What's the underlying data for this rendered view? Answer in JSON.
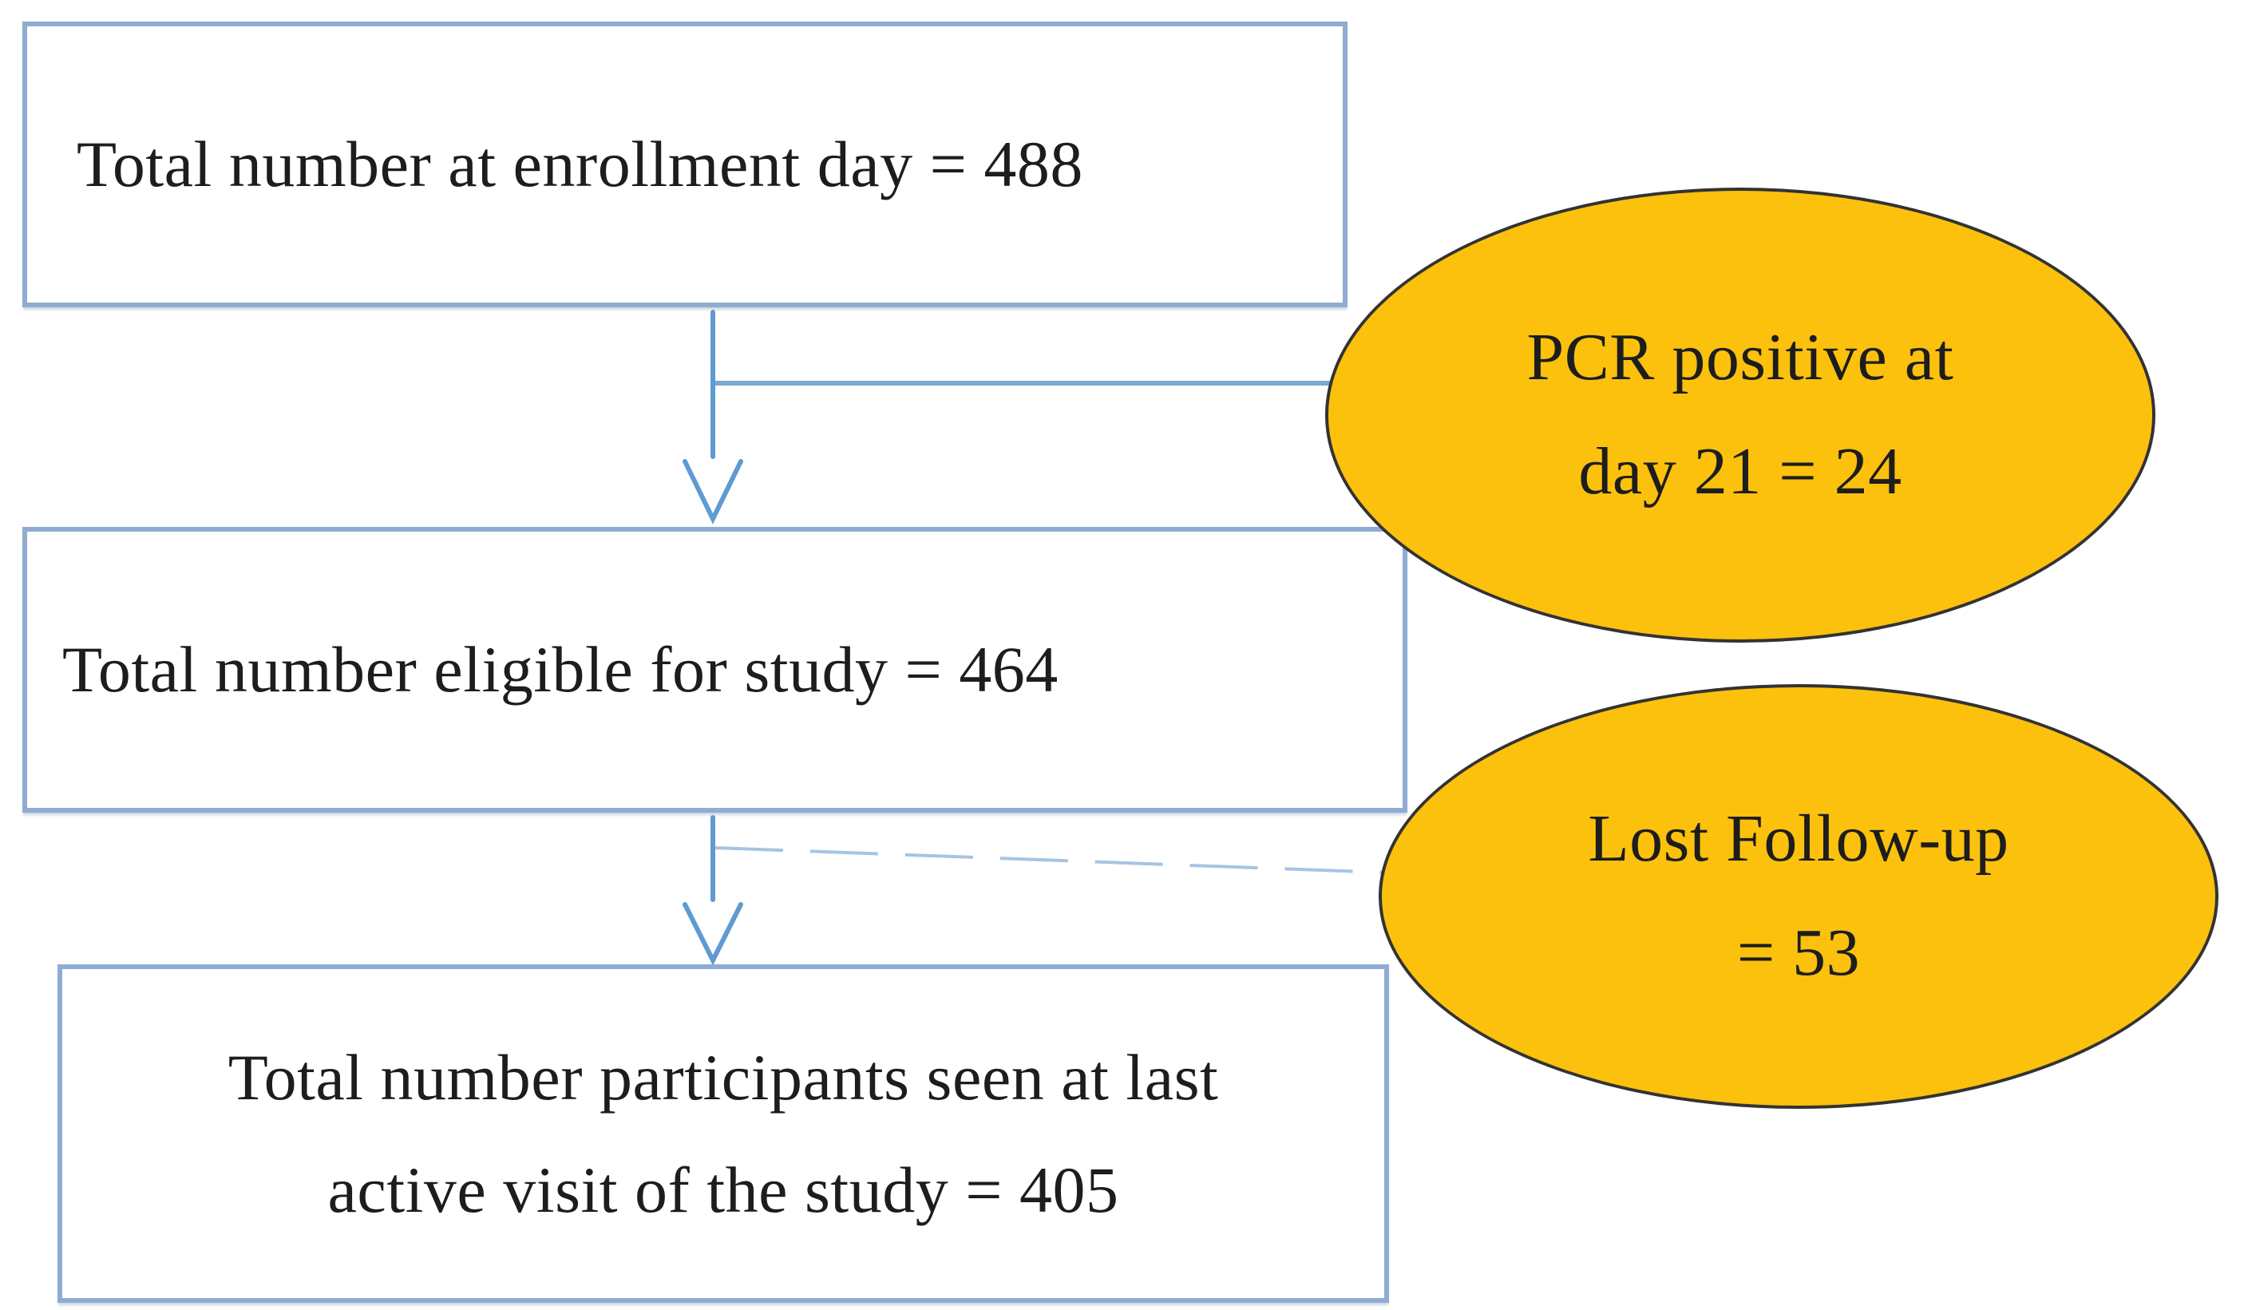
{
  "diagram": {
    "boxes": [
      {
        "id": "enrollment",
        "lines": [
          "Total number at enrollment day = 488"
        ],
        "value": 488
      },
      {
        "id": "eligible",
        "lines": [
          "Total number eligible for study = 464"
        ],
        "value": 464
      },
      {
        "id": "last-visit",
        "lines": [
          "Total number participants seen at last",
          "active visit of the study = 405"
        ],
        "value": 405
      }
    ],
    "callouts": [
      {
        "id": "pcr-positive",
        "lines": [
          "PCR positive at",
          "day 21 = 24"
        ],
        "value": 24
      },
      {
        "id": "lost-followup",
        "lines": [
          "Lost Follow-up",
          "= 53"
        ],
        "value": 53
      }
    ],
    "connectors": [
      {
        "from": "enrollment",
        "to": "eligible",
        "style": "arrow"
      },
      {
        "from": "enrollment-to-eligible-arrow",
        "to": "pcr-positive",
        "style": "branch"
      },
      {
        "from": "eligible",
        "to": "last-visit",
        "style": "arrow"
      },
      {
        "from": "eligible-to-last-visit-arrow",
        "to": "lost-followup",
        "style": "branch-faded"
      }
    ],
    "colors": {
      "background": "#ffffff",
      "box_border": "#8fadd2",
      "connector": "#5f9ad2",
      "connector_branch": "#7da8d0",
      "connector_faded": "#a6c4e2",
      "ellipse_fill": "#fcc10d",
      "ellipse_border": "#333333",
      "text": "#1d1d1d"
    }
  }
}
